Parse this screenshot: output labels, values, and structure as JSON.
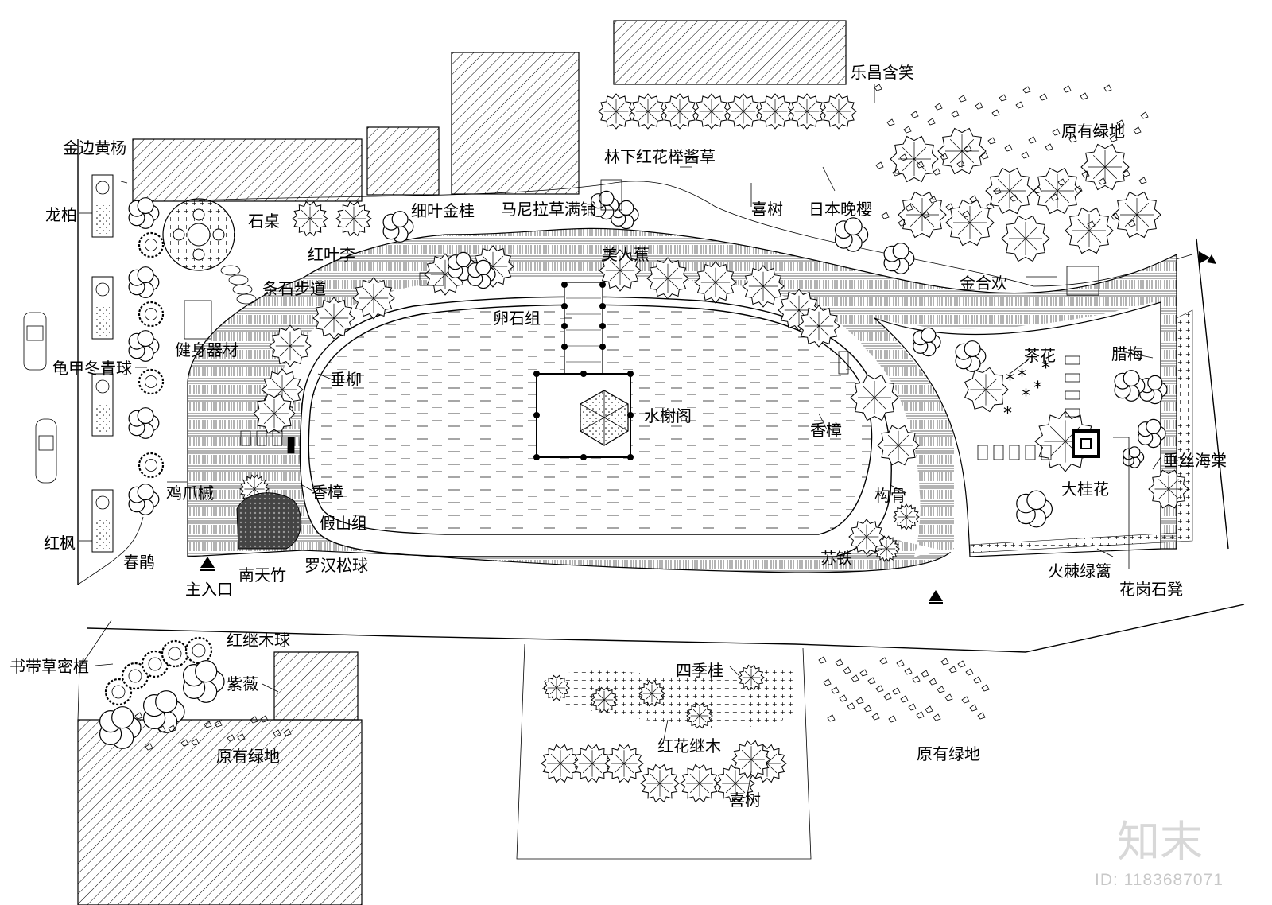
{
  "labels": {
    "jinbian_huangyang": "金边黄杨",
    "longbai": "龙柏",
    "guijia_dongqingqiu": "龟甲冬青球",
    "hongfeng": "红枫",
    "chunjuan": "春鹃",
    "jizhuaqi": "鸡爪槭",
    "zhurukou": "主入口",
    "nantianzhu": "南天竹",
    "luohansongqiu": "罗汉松球",
    "jiashanzu": "假山组",
    "xiangzhang_left": "香樟",
    "chuiliu": "垂柳",
    "jianshen_qicai": "健身器材",
    "tiaoshi_budao": "条石步道",
    "hongyeli": "红叶李",
    "shizhuo": "石桌",
    "xiye_jingui": "细叶金桂",
    "manila_cao": "马尼拉草满铺",
    "meirenjiao": "美人蕉",
    "luanshizu": "卵石组",
    "shuixiege": "水榭阁",
    "linxia_hongsh": "林下红花榉酱草",
    "xishu_top": "喜树",
    "riben_wanying": "日本晚樱",
    "lechang_hanxiao": "乐昌含笑",
    "yuanyou_lvdi_top": "原有绿地",
    "jinhehuan": "金合欢",
    "chahua": "茶花",
    "lamei": "腊梅",
    "xiangzhang_right": "香樟",
    "gougu": "构骨",
    "sutie": "苏铁",
    "chuisi_haitang": "垂丝海棠",
    "da_guihua": "大桂花",
    "huoji_lvli": "火棘绿篱",
    "huagangshi_deng": "花岗石凳",
    "hongjimu_qiu": "红继木球",
    "shudaicao_mizhi": "书带草密植",
    "ziwei": "紫薇",
    "yuanyou_lvdi_bl": "原有绿地",
    "siji_gui": "四季桂",
    "honghua_jimu": "红花继木",
    "xishu_bottom": "喜树",
    "yuanyou_lvdi_br": "原有绿地"
  },
  "watermark": {
    "logo_text": "知末",
    "id_text": "ID: 1183687071"
  }
}
